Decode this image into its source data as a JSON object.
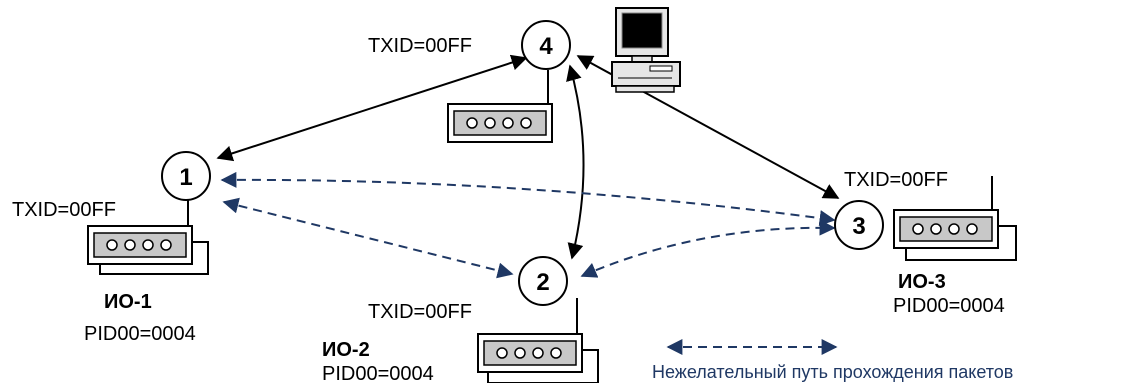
{
  "nodes": [
    {
      "id": "1",
      "number": "1",
      "txid": "TXID=00FF",
      "name": "ИО-1",
      "pid": "PID00=0004"
    },
    {
      "id": "2",
      "number": "2",
      "txid": "TXID=00FF",
      "name": "ИО-2",
      "pid": "PID00=0004"
    },
    {
      "id": "3",
      "number": "3",
      "txid": "TXID=00FF",
      "name": "ИО-3",
      "pid": "PID00=0004"
    },
    {
      "id": "4",
      "number": "4",
      "txid": "TXID=00FF"
    }
  ],
  "legend": {
    "undesired_path": "Нежелательный путь прохождения пакетов"
  },
  "colors": {
    "solid_link": "#000000",
    "dashed_link": "#1f3864"
  },
  "icons": {
    "computer": "computer-icon",
    "device": "modem-icon"
  }
}
